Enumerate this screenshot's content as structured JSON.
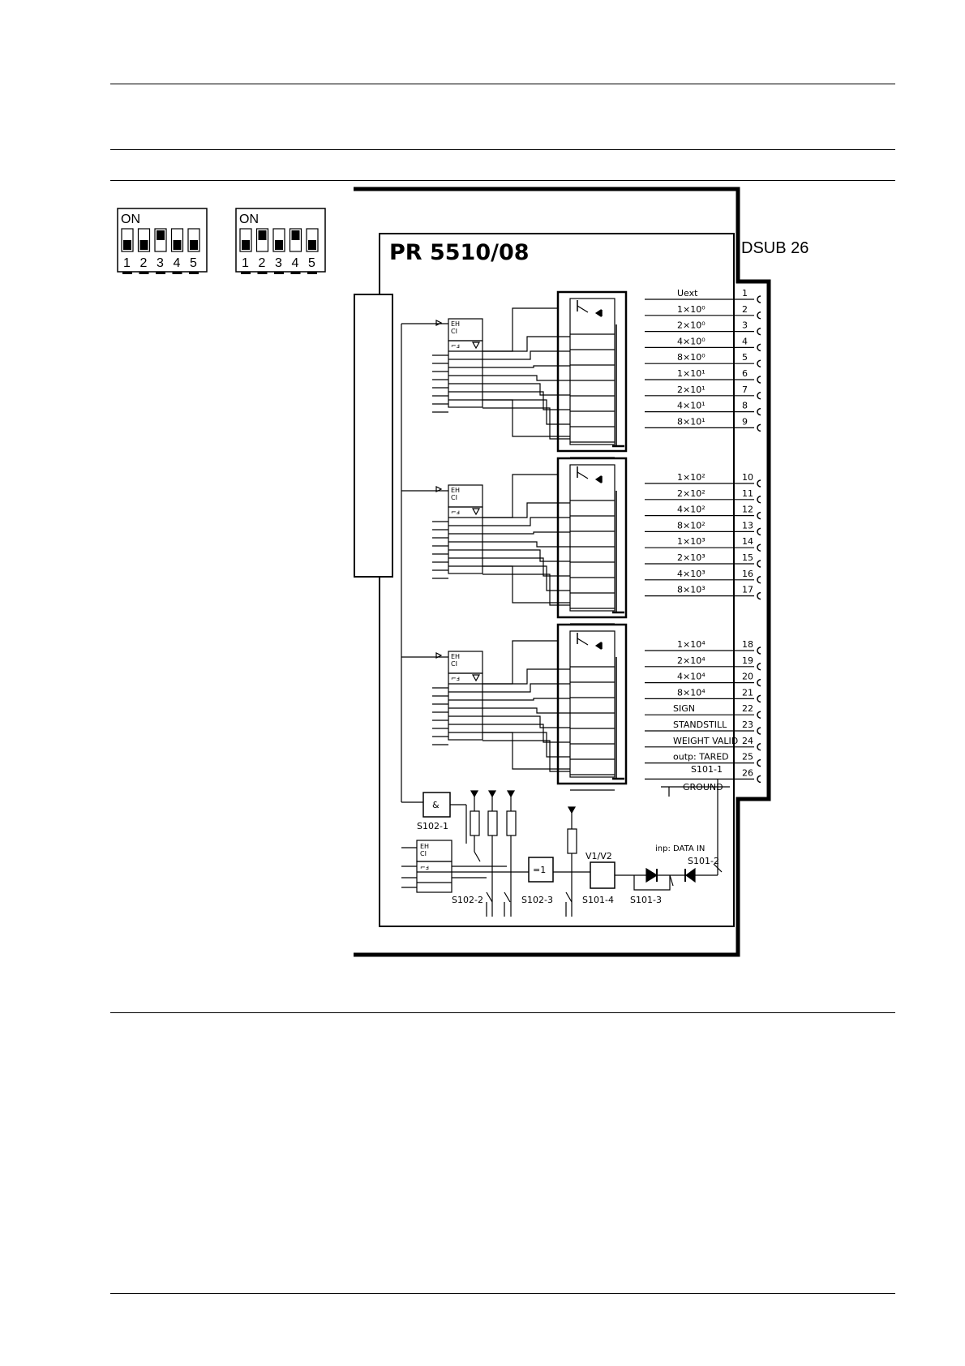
{
  "dip_switches": [
    {
      "on_label": "ON",
      "positions": [
        "1",
        "2",
        "3",
        "4",
        "5"
      ],
      "up": [
        false,
        false,
        true,
        false,
        false
      ]
    },
    {
      "on_label": "ON",
      "positions": [
        "1",
        "2",
        "3",
        "4",
        "5"
      ],
      "up": [
        false,
        true,
        false,
        true,
        false
      ]
    }
  ],
  "diagram": {
    "title": "PR 5510/08",
    "connector": "DSUB 26",
    "signals": [
      {
        "name": "Uext",
        "pin": "1"
      },
      {
        "name": "1×10⁰",
        "pin": "2"
      },
      {
        "name": "2×10⁰",
        "pin": "3"
      },
      {
        "name": "4×10⁰",
        "pin": "4"
      },
      {
        "name": "8×10⁰",
        "pin": "5"
      },
      {
        "name": "1×10¹",
        "pin": "6"
      },
      {
        "name": "2×10¹",
        "pin": "7"
      },
      {
        "name": "4×10¹",
        "pin": "8"
      },
      {
        "name": "8×10¹",
        "pin": "9"
      },
      {
        "name": "1×10²",
        "pin": "10"
      },
      {
        "name": "2×10²",
        "pin": "11"
      },
      {
        "name": "4×10²",
        "pin": "12"
      },
      {
        "name": "8×10²",
        "pin": "13"
      },
      {
        "name": "1×10³",
        "pin": "14"
      },
      {
        "name": "2×10³",
        "pin": "15"
      },
      {
        "name": "4×10³",
        "pin": "16"
      },
      {
        "name": "8×10³",
        "pin": "17"
      },
      {
        "name": "1×10⁴",
        "pin": "18"
      },
      {
        "name": "2×10⁴",
        "pin": "19"
      },
      {
        "name": "4×10⁴",
        "pin": "20"
      },
      {
        "name": "8×10⁴",
        "pin": "21"
      },
      {
        "name": "SIGN",
        "pin": "22"
      },
      {
        "name": "STANDSTILL",
        "pin": "23"
      },
      {
        "name": "WEIGHT VALID",
        "pin": "24"
      },
      {
        "name": "outp: TARED",
        "pin": "25"
      },
      {
        "name": "",
        "pin": "26"
      }
    ],
    "chip_labels": {
      "eh": "EH",
      "ci": "CI",
      "schmitt": "⌐ⅎ",
      "and_gate": "&",
      "xor_gate": "=1",
      "v_block": "V1/V2"
    },
    "labels": {
      "s101_1": "S101-1",
      "ground": "GROUND",
      "s102_1": "S102-1",
      "data_in": "inp: DATA IN",
      "s101_2": "S101-2",
      "s102_2": "S102-2",
      "s102_3": "S102-3",
      "s101_4": "S101-4",
      "s101_3": "S101-3"
    }
  }
}
